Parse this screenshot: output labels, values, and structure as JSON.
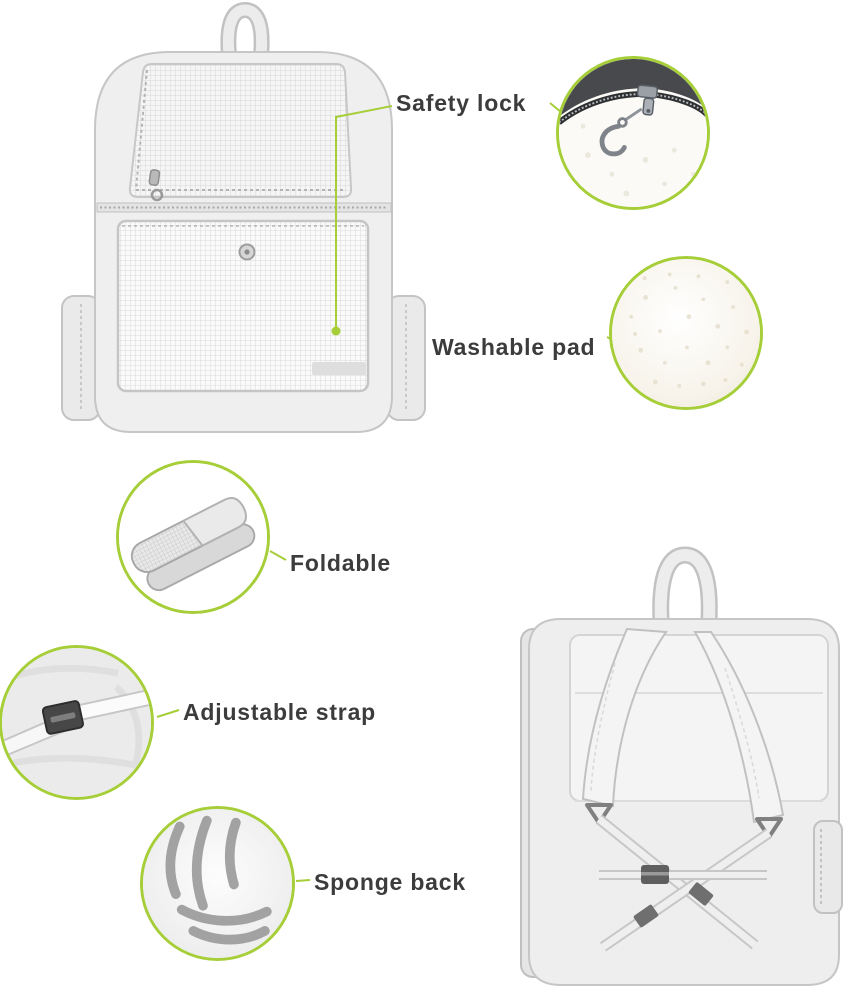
{
  "colors": {
    "accent": "#A6CE39",
    "label_text": "#3C3C3C",
    "product_light": "#EFEFEF",
    "product_outline": "#C6C6C6"
  },
  "callouts": {
    "safety_lock": {
      "label": "Safety lock"
    },
    "washable_pad": {
      "label": "Washable pad"
    },
    "foldable": {
      "label": "Foldable"
    },
    "adjustable_strap": {
      "label": "Adjustable strap"
    },
    "sponge_back": {
      "label": "Sponge back"
    }
  },
  "icons": {
    "safety_lock_detail": "zipper-with-safety-hook",
    "washable_pad_detail": "fleece-pad-texture",
    "foldable_detail": "folded-carrier",
    "adjustable_strap_detail": "strap-with-buckle",
    "sponge_back_detail": "ventilated-sponge-panel"
  }
}
